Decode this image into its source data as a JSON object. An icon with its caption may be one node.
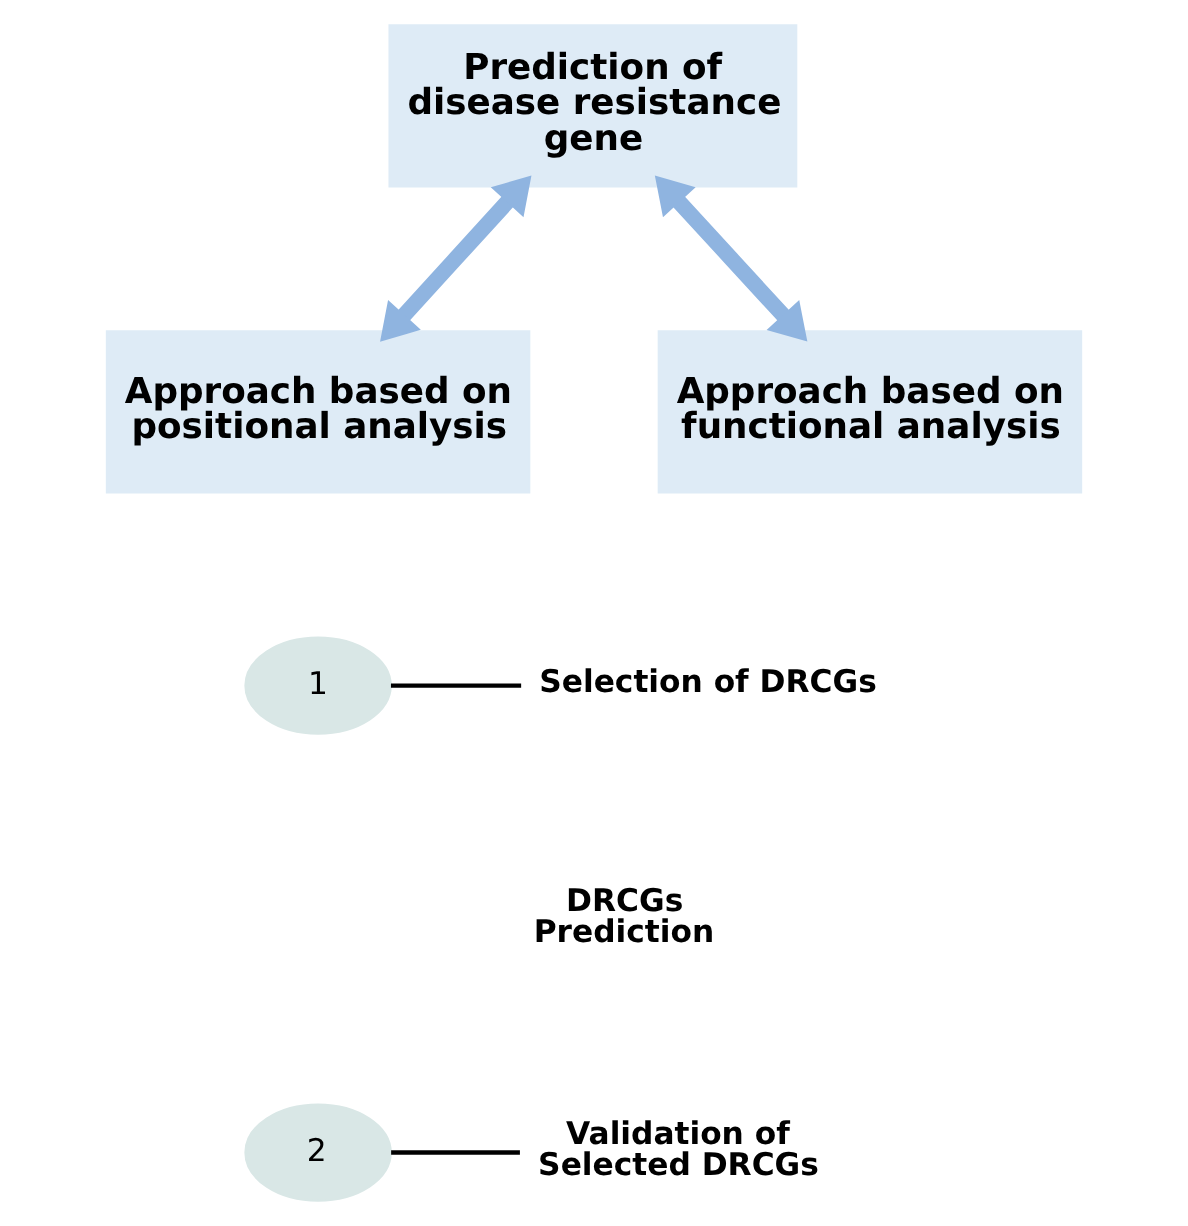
{
  "diagram": {
    "nodes": [
      {
        "text": [
          "Prediction of disease resistance gene"
        ]
      },
      {
        "text": [
          "Approach based on positional analysis"
        ]
      },
      {
        "text": [
          "Approach based on functional analysis"
        ]
      },
      {
        "text": [
          "1"
        ]
      },
      {
        "text": [
          "2"
        ]
      },
      {
        "text": [
          "Selection of DRCGs"
        ]
      },
      {
        "text": [
          "Validation of Selected DRCGs"
        ]
      }
    ],
    "edges": [
      {
        "from": 0,
        "to": 1,
        "arrow": "both",
        "style": "thick",
        "color": "#8fb4e0"
      },
      {
        "from": 0,
        "to": 2,
        "arrow": "both",
        "style": "thick",
        "color": "#8fb4e0"
      },
      {
        "from": 3,
        "to": 5,
        "arrow": "none",
        "color": "#000000"
      },
      {
        "from": 4,
        "to": 6,
        "arrow": "none",
        "color": "#000000"
      }
    ],
    "labels": [
      "DRCGs Prediction"
    ]
  }
}
